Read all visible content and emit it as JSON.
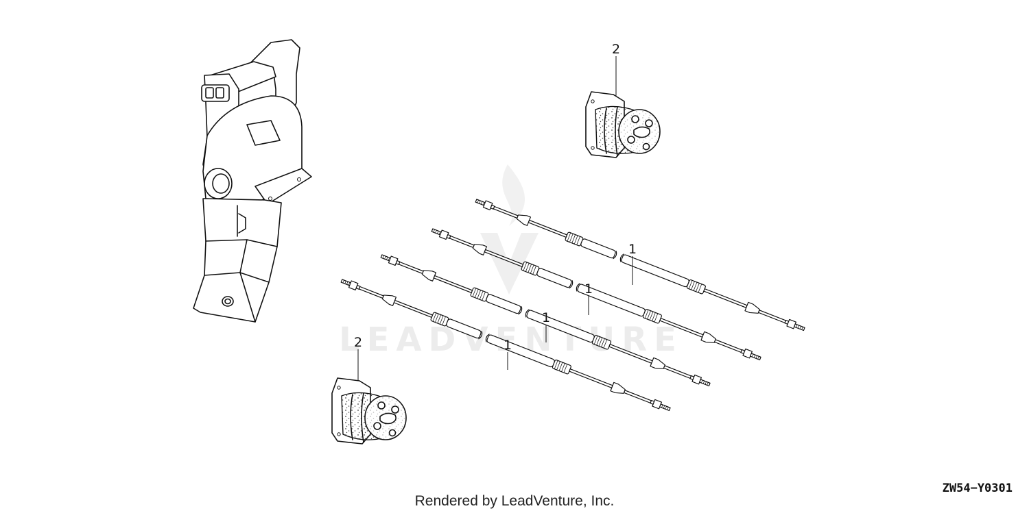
{
  "diagram": {
    "id_label": "ZW54−Y0301",
    "footer": "Rendered by LeadVenture, Inc.",
    "watermark": "LEADVENTURE",
    "callouts": [
      {
        "ref": "1",
        "part": "cable"
      },
      {
        "ref": "1",
        "part": "cable"
      },
      {
        "ref": "1",
        "part": "cable"
      },
      {
        "ref": "1",
        "part": "cable"
      },
      {
        "ref": "2",
        "part": "grommet"
      },
      {
        "ref": "2",
        "part": "grommet"
      }
    ],
    "icons": [
      "remote-control-box-icon",
      "control-cable-icon",
      "rubber-grommet-icon"
    ]
  }
}
